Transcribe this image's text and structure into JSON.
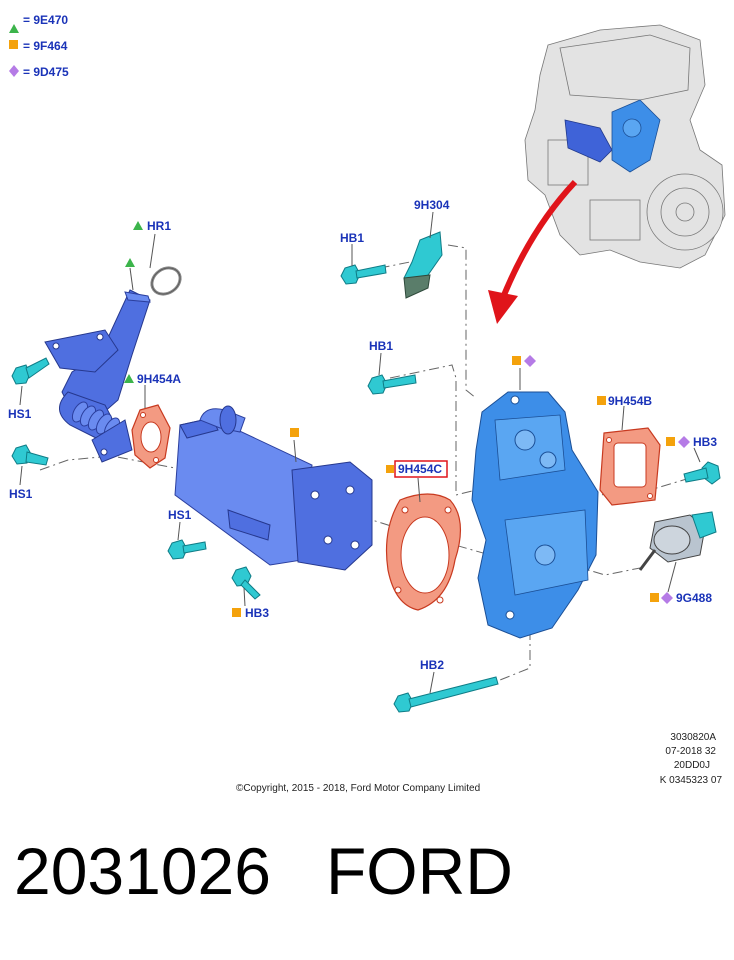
{
  "legend": [
    {
      "symbol": "triangle",
      "color": "#3cb44b",
      "text": "= 9E470"
    },
    {
      "symbol": "square",
      "color": "#f4a20c",
      "text": "= 9F464"
    },
    {
      "symbol": "diamond",
      "color": "#b57be6",
      "text": "= 9D475"
    }
  ],
  "callouts": {
    "hr1": "HR1",
    "g9h454a": "9H454A",
    "hs1_top": "HS1",
    "hs1_mid": "HS1",
    "hs1_low": "HS1",
    "hb3_left": "HB3",
    "h9h304": "9H304",
    "hb1_top": "HB1",
    "hb1_mid": "HB1",
    "g9h454c": "9H454C",
    "g9h454b": "9H454B",
    "hb3_right": "HB3",
    "v9g488": "9G488",
    "hb2": "HB2"
  },
  "colors": {
    "callout_text": "#1a33b8",
    "triangle": "#3cb44b",
    "square": "#f4a20c",
    "diamond": "#b57be6",
    "highlight_box": "#e0141a",
    "arrow": "#e0141a"
  },
  "reference": [
    "3030820A",
    "07-2018 32",
    "20DD0J",
    "K 0345323 07"
  ],
  "copyright": "©Copyright, 2015 - 2018, Ford Motor Company Limited",
  "part_number": "2031026",
  "brand": "FORD"
}
